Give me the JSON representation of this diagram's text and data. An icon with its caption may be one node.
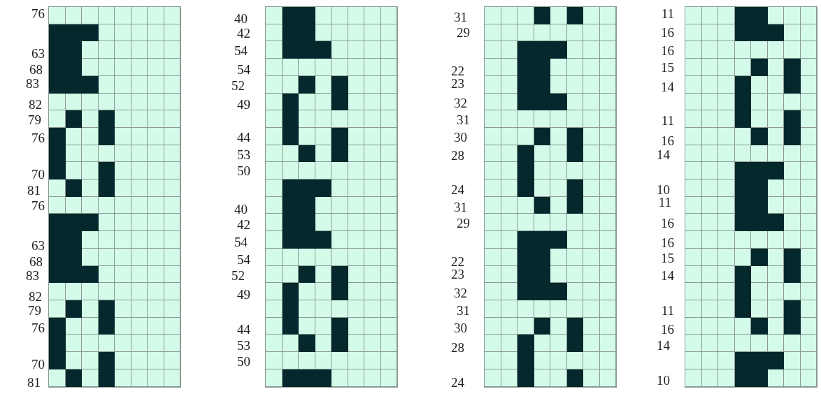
{
  "diagram": {
    "labels": [
      "76",
      "63",
      "68",
      "83",
      "82",
      "79",
      "76",
      "70",
      "81",
      "76",
      "63",
      "68",
      "83",
      "82",
      "79",
      "76",
      "70",
      "81",
      "40",
      "42",
      "54",
      "54",
      "52",
      "49",
      "44",
      "53",
      "50",
      "40",
      "42",
      "54",
      "54",
      "52",
      "49",
      "44",
      "53",
      "50",
      "31",
      "29",
      "22",
      "23",
      "32",
      "31",
      "30",
      "28",
      "24",
      "31",
      "29",
      "22",
      "23",
      "32",
      "31",
      "30",
      "28",
      "24",
      "11",
      "16",
      "16",
      "15",
      "14",
      "11",
      "16",
      "14",
      "10",
      "11",
      "16",
      "16",
      "15",
      "14",
      "11",
      "16",
      "14",
      "10"
    ]
  }
}
